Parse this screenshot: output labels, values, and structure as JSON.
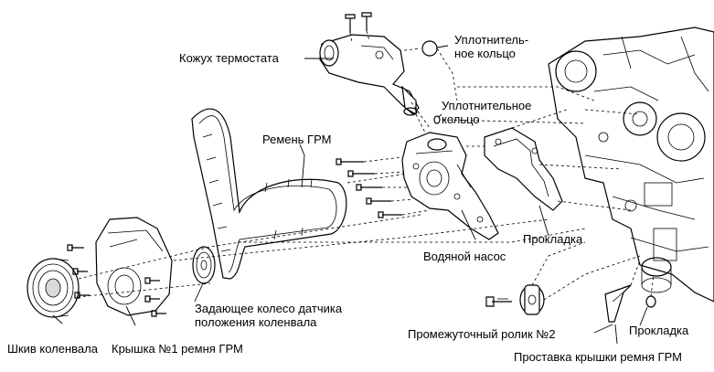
{
  "labels": {
    "thermostat_housing": "Кожух термостата",
    "o_ring_top": "Уплотнитель-\nное кольцо",
    "o_ring_mid": "Уплотнительное\nкольцо",
    "timing_belt": "Ремень ГРМ",
    "water_pump": "Водяной насос",
    "gasket_pump": "Прокладка",
    "crank_sensor_wheel": "Задающее колесо датчика\nположения коленвала",
    "crank_pulley": "Шкив коленвала",
    "cover_no1": "Крышка №1 ремня ГРМ",
    "idler_pulley": "Промежуточный ролик №2",
    "gasket_small": "Прокладка",
    "cover_spacer": "Проставка крышки ремня ГРМ"
  }
}
